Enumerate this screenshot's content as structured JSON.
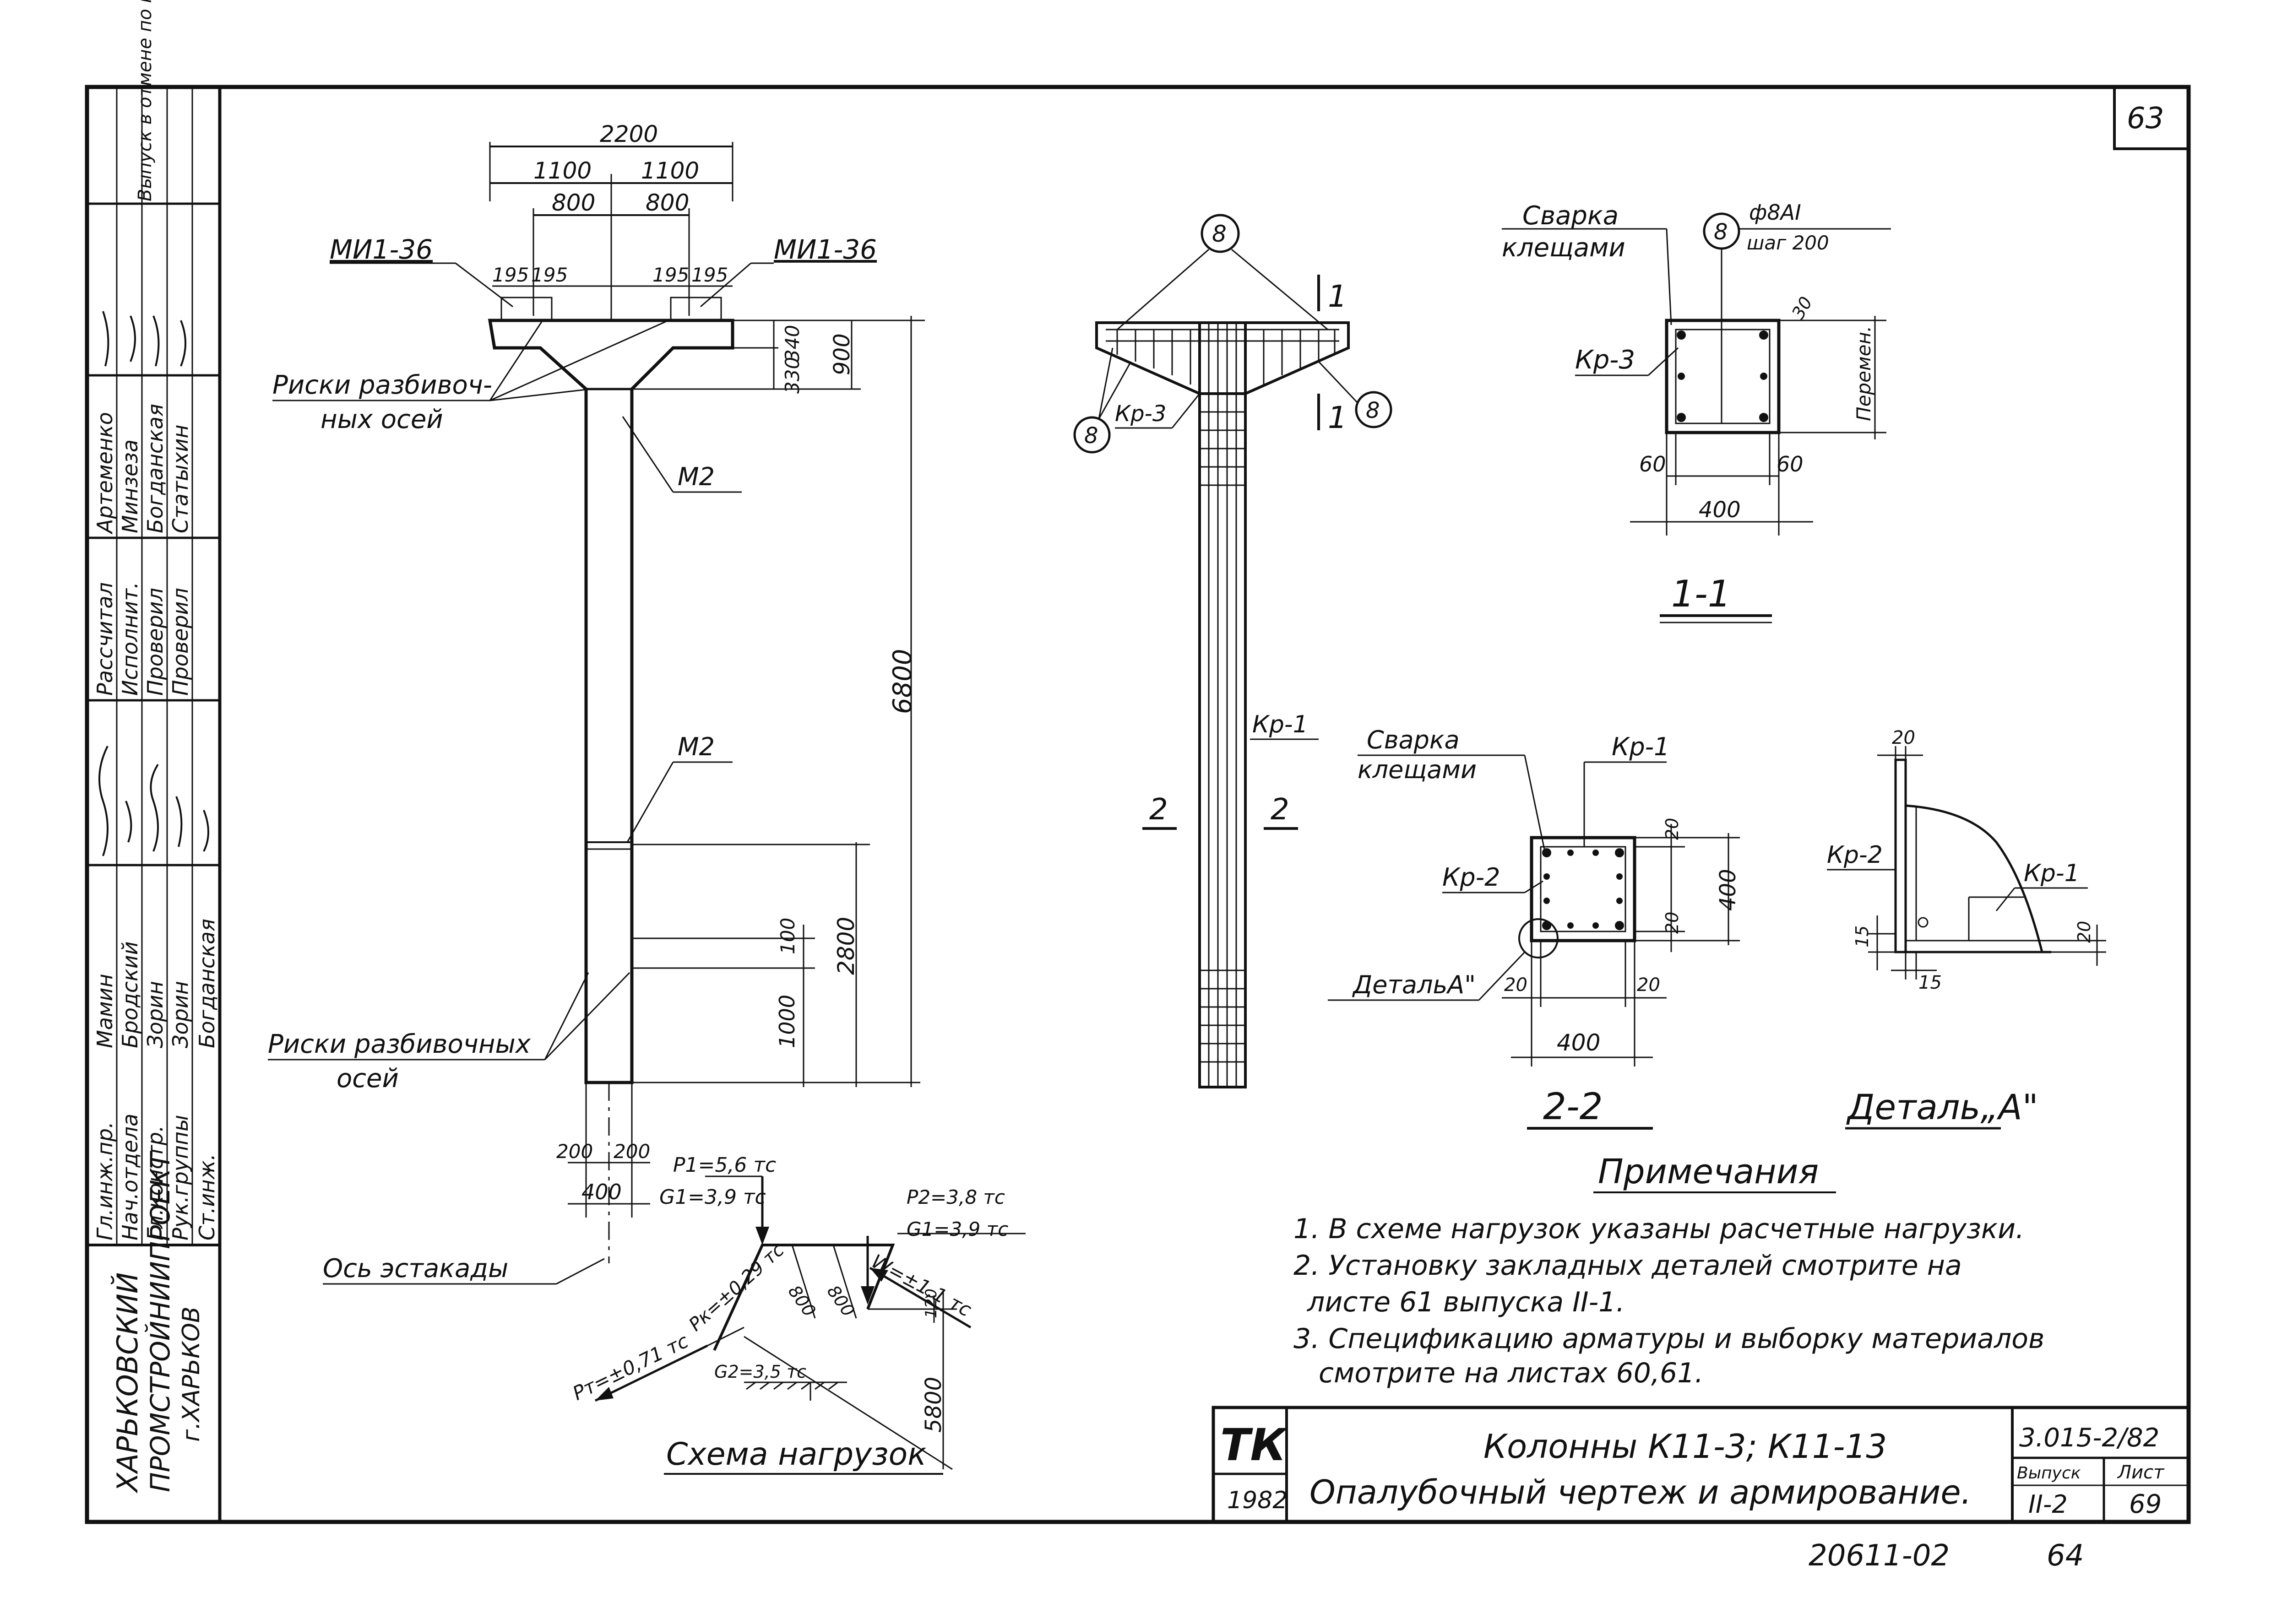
{
  "sheet": {
    "page_number": "63",
    "footer_code": "20611-02",
    "footer_page": "64"
  },
  "left_strip": {
    "organization_lines": [
      "ХАРЬКОВСКИЙ",
      "ПРОМСТРОЙНИИПРОЕКТ",
      "г.ХАРЬКОВ"
    ],
    "stamp_rows": [
      {
        "role": "Гл.инж.пр.",
        "name": "Мамин"
      },
      {
        "role": "Нач.отдела",
        "name": "Бродский"
      },
      {
        "role": "Гл.констр.",
        "name": "Зорин"
      },
      {
        "role": "Рук.группы",
        "name": "Зорин"
      },
      {
        "role": "Ст.инж.",
        "name": "Богданская"
      },
      {
        "role": "Рассчитал",
        "name": "Артеменко"
      },
      {
        "role": "Исполнит.",
        "name": "Минзеза"
      },
      {
        "role": "Проверил",
        "name": "Богданская"
      },
      {
        "role": "Проверил",
        "name": "Статыхин"
      }
    ],
    "stamp_note": "Выпуск в отмене по програм. МЕ КВС"
  },
  "elevation": {
    "dims": {
      "total_width": "2200",
      "half_left": "1100",
      "half_right": "1100",
      "inner_left": "800",
      "inner_right": "800",
      "plate_1": "195",
      "plate_2": "195",
      "plate_3": "195",
      "plate_4": "195",
      "top_340": "340",
      "top_330": "330",
      "top_900": "900",
      "height_6800": "6800",
      "height_2800": "2800",
      "d_100": "100",
      "d_1000": "1000",
      "base_200_l": "200",
      "base_200_r": "200",
      "base_400": "400"
    },
    "labels": {
      "mi_left": "МИ1-36",
      "mi_right": "МИ1-36",
      "risk_top_1": "Риски разбивоч-",
      "risk_top_2": "ных осей",
      "m2_top": "М2",
      "m2_mid": "М2",
      "risk_bot_1": "Риски разбивочных",
      "risk_bot_2": "осей",
      "axis": "Ось эстакады"
    }
  },
  "reinforcement": {
    "marker_a": "8",
    "marker_b": "8",
    "marker_c": "8",
    "kp3": "Кр-3",
    "kp1": "Кр-1",
    "section_1_top": "1",
    "section_1_bot": "1",
    "section_2_left": "2",
    "section_2_right": "2"
  },
  "section_1": {
    "weld_1": "Сварка",
    "weld_2": "клещами",
    "marker": "8",
    "bar_spec": "ф8АI",
    "bar_step": "шаг 200",
    "kp3": "Кр-3",
    "d_30": "30",
    "variable": "Перемен.",
    "d_60_l": "60",
    "d_60_r": "60",
    "d_400": "400",
    "title": "1-1"
  },
  "section_2": {
    "weld_1": "Сварка",
    "weld_2": "клещами",
    "kp1": "Кр-1",
    "kp2": "Кр-2",
    "detail": "ДетальА\"",
    "d_20_a": "20",
    "d_400_v": "400",
    "d_20_b": "20",
    "d_20_c": "20",
    "d_20_d": "20",
    "d_400_h": "400",
    "title": "2-2"
  },
  "detail_a": {
    "d_20_top": "20",
    "kp2": "Кр-2",
    "kp1": "Кр-1",
    "d_15_v": "15",
    "d_15_h": "15",
    "d_20_r": "20",
    "title": "Деталь„А\""
  },
  "load_scheme": {
    "p1": "P1=5,6 тс",
    "g1": "G1=3,9 тс",
    "p2": "P2=3,8 тс",
    "g1b": "G1=3,9 тс",
    "w": "W=±1,1 тс",
    "pt": "Pт=±0,71 тс",
    "pk": "Pк=±0,29 тс",
    "d_800_a": "800",
    "d_800_b": "800",
    "d_120": "120",
    "g2": "G2=3,5 тс",
    "d_5800": "5800",
    "title": "Схема нагрузок"
  },
  "notes": {
    "heading": "Примечания",
    "lines": [
      "1. В схеме нагрузок указаны расчетные нагрузки.",
      "2. Установку закладных деталей смотрите на",
      "листе 61 выпуска II-1.",
      "3. Спецификацию арматуры и выборку материалов",
      "смотрите на листах 60,61."
    ]
  },
  "title_block": {
    "logo": "ТК",
    "year": "1982",
    "title_1": "Колонны К11-3; К11-13",
    "title_2": "Опалубочный чертеж и армирование.",
    "code": "3.015-2/82",
    "issue_label": "Выпуск",
    "issue_value": "II-2",
    "sheet_label": "Лист",
    "sheet_value": "69"
  }
}
